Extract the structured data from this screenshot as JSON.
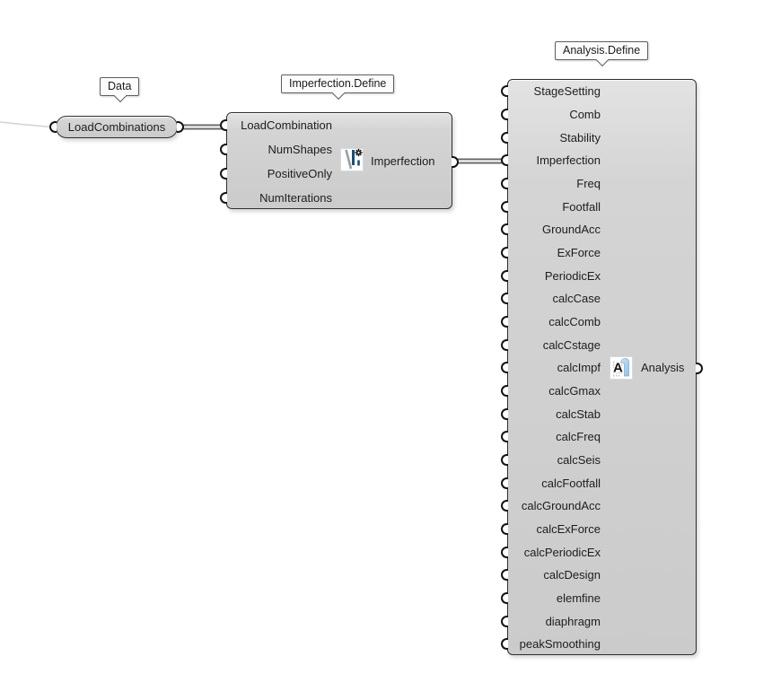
{
  "tags": {
    "data": "Data",
    "imperfection": "Imperfection.Define",
    "analysis": "Analysis.Define"
  },
  "nodes": {
    "load_combinations": {
      "label": "LoadCombinations"
    },
    "imperfection": {
      "inputs": [
        "LoadCombination",
        "NumShapes",
        "PositiveOnly",
        "NumIterations"
      ],
      "output": "Imperfection",
      "icon": "imperfection-icon"
    },
    "analysis": {
      "inputs": [
        "StageSetting",
        "Comb",
        "Stability",
        "Imperfection",
        "Freq",
        "Footfall",
        "GroundAcc",
        "ExForce",
        "PeriodicEx",
        "calcCase",
        "calcComb",
        "calcCstage",
        "calcImpf",
        "calcGmax",
        "calcStab",
        "calcFreq",
        "calcSeis",
        "calcFootfall",
        "calcGroundAcc",
        "calcExForce",
        "calcPeriodicEx",
        "calcDesign",
        "elemfine",
        "diaphragm",
        "peakSmoothing"
      ],
      "output": "Analysis",
      "icon": "analysis-icon"
    }
  },
  "wires": [
    {
      "from": "canvas-left",
      "to": "LoadCombinations"
    },
    {
      "from": "LoadCombinations",
      "to": "Imperfection.Define.LoadCombination"
    },
    {
      "from": "Imperfection.Define.Imperfection",
      "to": "Analysis.Define.Imperfection"
    }
  ],
  "colors": {
    "canvas": "#ffffff",
    "component_fill": "#d2d2d2",
    "component_border": "#2e2e2e",
    "wire_dark": "#646464",
    "wire_core": "#ececec",
    "wire_faint": "#d2d2d2",
    "icon_navy": "#1c4e75",
    "icon_gray": "#97a1a8",
    "icon_blue_light": "#cfe4f5",
    "icon_blue": "#8fc0e3"
  }
}
